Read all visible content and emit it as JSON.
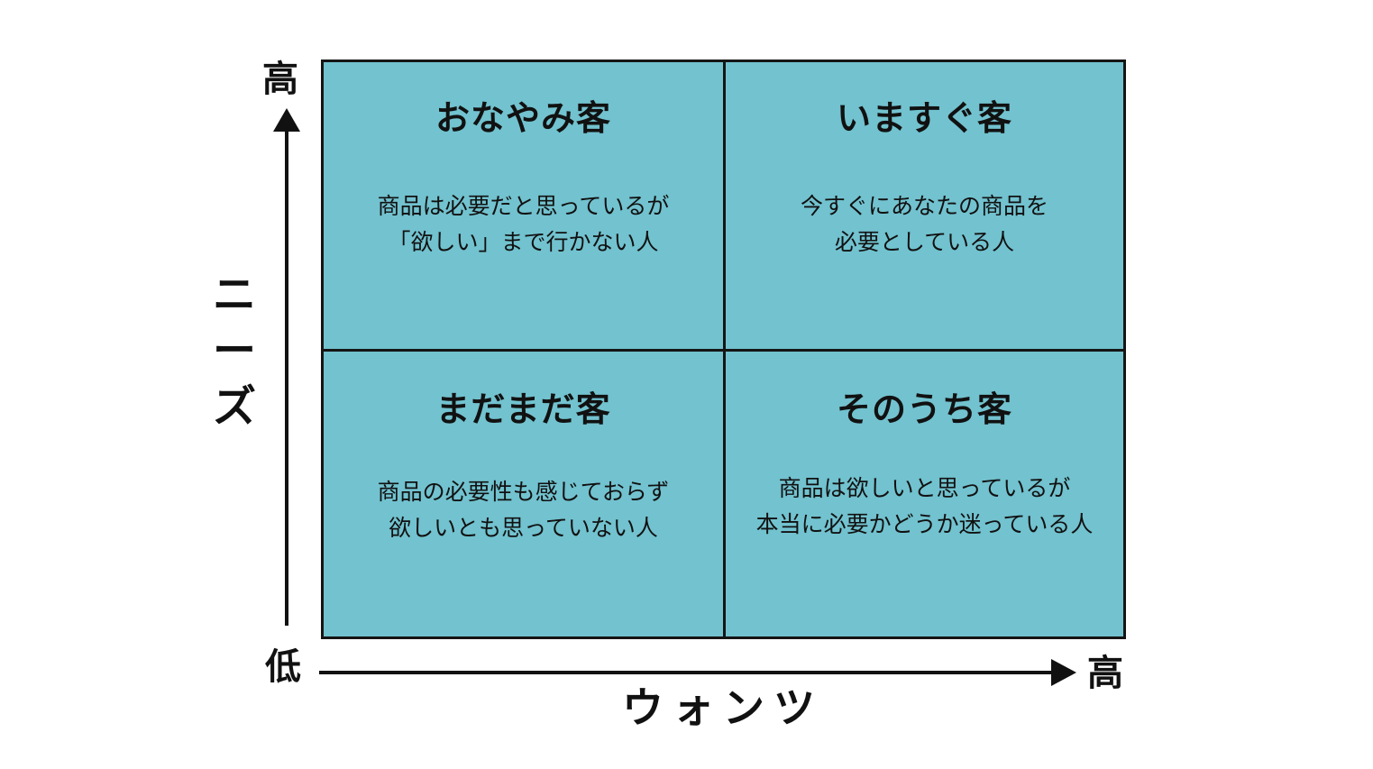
{
  "quadrants": {
    "top_left": {
      "title": "おなやみ客",
      "desc_line1": "商品は必要だと思っているが",
      "desc_line2": "「欲しい」まで行かない人"
    },
    "top_right": {
      "title": "いますぐ客",
      "desc_line1": "今すぐにあなたの商品を",
      "desc_line2": "必要としている人"
    },
    "bottom_left": {
      "title": "まだまだ客",
      "desc_line1": "商品の必要性も感じておらず",
      "desc_line2": "欲しいとも思っていない人"
    },
    "bottom_right": {
      "title": "そのうち客",
      "desc_line1": "商品は欲しいと思っているが",
      "desc_line2": "本当に必要かどうか迷っている人"
    }
  },
  "axes": {
    "y_high": "高",
    "origin_low": "低",
    "x_high": "高",
    "y_title_chars": [
      "ニ",
      "ー",
      "ズ"
    ],
    "x_title": "ウォンツ"
  },
  "colors": {
    "quadrant_fill": "#72c2cf",
    "lines": "#151515",
    "background": "#ffffff"
  }
}
